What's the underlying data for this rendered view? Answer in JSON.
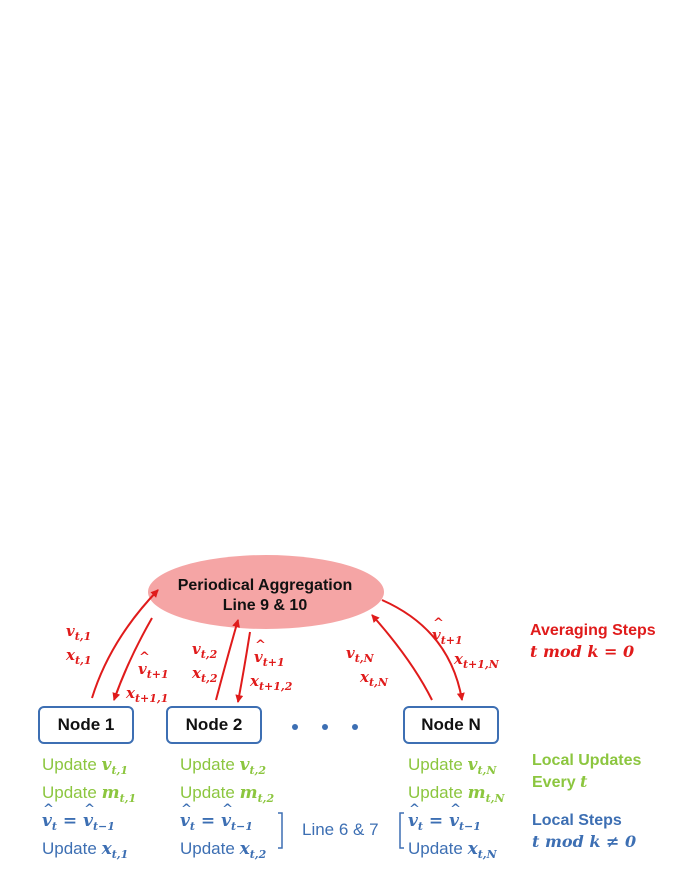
{
  "aggregation": {
    "line1": "Periodical Aggregation",
    "line2": "Line 9 & 10"
  },
  "nodes": [
    {
      "label": "Node 1"
    },
    {
      "label": "Node 2"
    },
    {
      "label": "Node N"
    }
  ],
  "arrow_labels": {
    "n1_up_v": "v",
    "n1_up_v_sub": "t,1",
    "n1_up_x": "x",
    "n1_up_x_sub": "t,1",
    "n1_dn_v": "v",
    "n1_dn_v_sub": "t+1",
    "n1_dn_x": "x",
    "n1_dn_x_sub": "t+1,1",
    "n2_up_v": "v",
    "n2_up_v_sub": "t,2",
    "n2_up_x": "x",
    "n2_up_x_sub": "t,2",
    "n2_dn_v": "v",
    "n2_dn_v_sub": "t+1",
    "n2_dn_x": "x",
    "n2_dn_x_sub": "t+1,2",
    "nN_up_v": "v",
    "nN_up_v_sub": "t,N",
    "nN_up_x": "x",
    "nN_up_x_sub": "t,N",
    "nN_dn_v": "v",
    "nN_dn_v_sub": "t+1",
    "nN_dn_x": "x",
    "nN_dn_x_sub": "t+1,N"
  },
  "updates": {
    "word": "Update",
    "col1": {
      "v_sub": "t,1",
      "m_sub": "t,1",
      "eq_l_sub": "t",
      "eq_r_sub": "t−1",
      "x_sub": "t,1"
    },
    "col2": {
      "v_sub": "t,2",
      "m_sub": "t,2",
      "eq_l_sub": "t",
      "eq_r_sub": "t−1",
      "x_sub": "t,2"
    },
    "colN": {
      "v_sub": "t,N",
      "m_sub": "t,N",
      "eq_l_sub": "t",
      "eq_r_sub": "t−1",
      "x_sub": "t,N"
    },
    "v": "v",
    "m": "m",
    "x": "x",
    "eq": " = "
  },
  "middle_ref": "Line 6 & 7",
  "side_labels": {
    "averaging_title": "Averaging Steps",
    "averaging_cond": "t mod k = 0",
    "local_updates_title": "Local Updates",
    "local_updates_every": "Every ",
    "local_updates_var": "t",
    "local_steps_title": "Local Steps",
    "local_steps_cond": "t mod k ≠ 0"
  },
  "colors": {
    "red": "#e01b1b",
    "green": "#8cc63f",
    "blue": "#3d6fb3",
    "ellipse_fill": "#f5a5a5"
  }
}
